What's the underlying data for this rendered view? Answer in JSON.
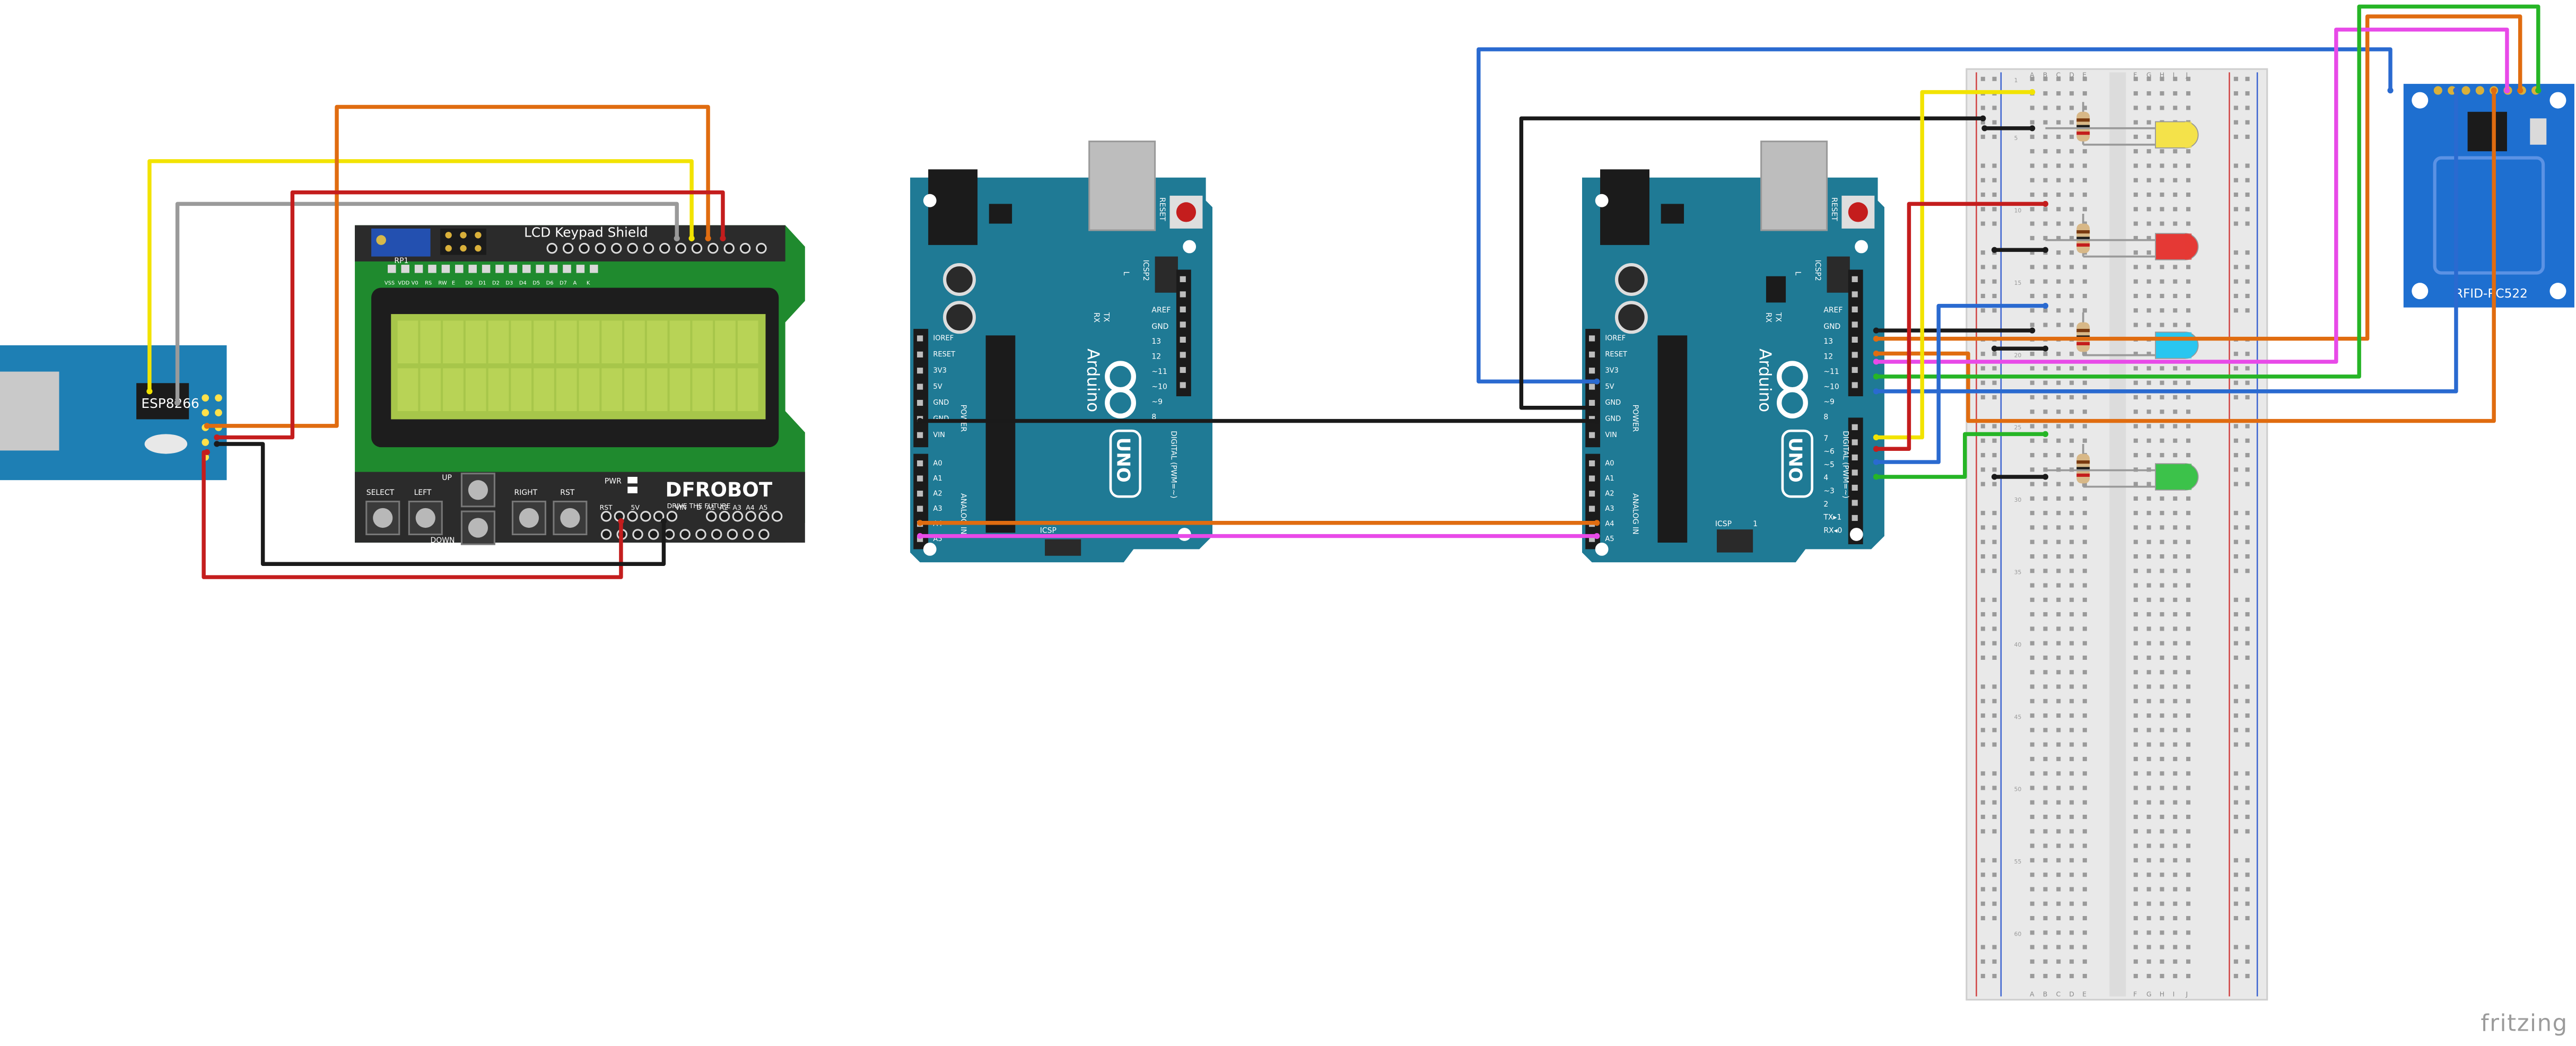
{
  "brand": {
    "watermark": "fritzing"
  },
  "esp_module": {
    "label": "ESP8266"
  },
  "lcd_shield": {
    "title": "LCD Keypad Shield",
    "pot_label": "RP1",
    "brand": "DFROBOT",
    "tagline": "DRIVE THE FUTURE",
    "pin_labels": [
      "VSS",
      "VDD",
      "V0",
      "RS",
      "RW",
      "E",
      "D0",
      "D1",
      "D2",
      "D3",
      "D4",
      "D5",
      "D6",
      "D7",
      "A",
      "K"
    ],
    "buttons": [
      "SELECT",
      "LEFT",
      "UP",
      "DOWN",
      "RIGHT",
      "RST"
    ],
    "pwr_label": "PWR",
    "power_labels": [
      "RST",
      "5V",
      "VIN"
    ],
    "analog_labels": [
      "A1",
      "A2",
      "A3",
      "A4",
      "A5"
    ],
    "d_label": "D"
  },
  "arduino_left": {
    "brand": "Arduino",
    "model": "UNO",
    "reset": "RESET",
    "icsp": "ICSP2",
    "icsp_bottom": "ICSP",
    "aref": "AREF",
    "gnd": "GND",
    "tx": "TX",
    "rx": "RX",
    "l": "L",
    "digital_labels": [
      "13",
      "12",
      "~11",
      "~10",
      "~9",
      "8"
    ],
    "power_header_labels": [
      "IOREF",
      "RESET",
      "3V3",
      "5V",
      "GND",
      "GND",
      "VIN"
    ],
    "analog_header_labels": [
      "A0",
      "A1",
      "A2",
      "A3",
      "A4",
      "A5"
    ],
    "power_side": "POWER",
    "analog_side": "ANALOG IN",
    "digital_side": "DIGITAL (PWM=~)"
  },
  "arduino_right": {
    "brand": "Arduino",
    "model": "UNO",
    "reset": "RESET",
    "icsp": "ICSP2",
    "icsp_bottom": "ICSP",
    "aref": "AREF",
    "gnd": "GND",
    "tx": "TX",
    "rx": "RX",
    "l": "L",
    "digital_labels": [
      "13",
      "12",
      "~11",
      "~10",
      "~9",
      "8",
      "7",
      "~6",
      "~5",
      "4",
      "~3",
      "2",
      "TX▸1",
      "RX◂0"
    ],
    "power_header_labels": [
      "IOREF",
      "RESET",
      "3V3",
      "5V",
      "GND",
      "GND",
      "VIN"
    ],
    "analog_header_labels": [
      "A0",
      "A1",
      "A2",
      "A3",
      "A4",
      "A5"
    ],
    "power_side": "POWER",
    "analog_side": "ANALOG IN",
    "digital_side": "DIGITAL (PWM=~)",
    "icsp_one": "1"
  },
  "breadboard": {
    "column_letters": [
      "A",
      "B",
      "C",
      "D",
      "E",
      "F",
      "G",
      "H",
      "I",
      "J"
    ],
    "row_numbers": [
      "1",
      "5",
      "10",
      "15",
      "20",
      "25",
      "30",
      "35",
      "40",
      "45",
      "50",
      "55",
      "60"
    ]
  },
  "rfid": {
    "label": "RFID-RC522"
  },
  "leds": [
    {
      "name": "yellow",
      "color": "#f4e24a"
    },
    {
      "name": "red",
      "color": "#e53935"
    },
    {
      "name": "cyan",
      "color": "#29c6f0"
    },
    {
      "name": "green",
      "color": "#3cc24a"
    }
  ],
  "wire_colors": {
    "yellow": "#f2e300",
    "orange": "#e06c10",
    "red": "#c41d1d",
    "gray": "#9a9a9a",
    "black": "#1a1a1a",
    "blue": "#2a6ad0",
    "magenta": "#e84ae8",
    "green": "#26b526"
  },
  "component_colors": {
    "arduino_board": "#1f7a95",
    "lcd_pcb": "#1f8a2e",
    "lcd_screen": "#a7c64a",
    "rfid_board": "#1e6fd0",
    "esp_board": "#1e7fb4"
  }
}
